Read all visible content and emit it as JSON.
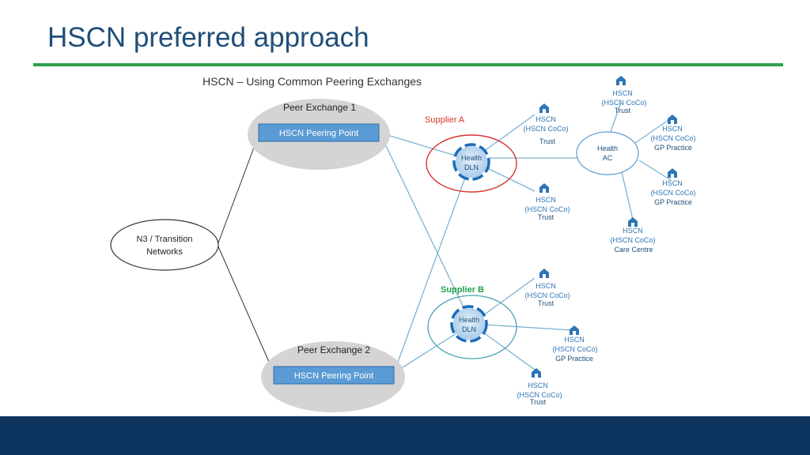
{
  "slide": {
    "title": "HSCN preferred approach"
  },
  "diagram": {
    "heading": "HSCN – Using Common Peering Exchanges",
    "n3": {
      "line1": "N3 / Transition",
      "line2": "Networks"
    },
    "peer_exchange_1": {
      "label": "Peer Exchange 1",
      "point": "HSCN Peering Point"
    },
    "peer_exchange_2": {
      "label": "Peer Exchange 2",
      "point": "HSCN Peering Point"
    },
    "supplier_a": {
      "label": "Supplier A",
      "color": "#d9332e",
      "hub_line1": "Health",
      "hub_line2": "DLN"
    },
    "supplier_b": {
      "label": "Supplier B",
      "color": "#21a04c",
      "hub_line1": "Health",
      "hub_line2": "DLN"
    },
    "health_ac": {
      "line1": "Health",
      "line2": "AC"
    },
    "endpoints": {
      "a_trust_1": {
        "l1": "HSCN",
        "l2": "(HSCN CoCo)",
        "l3": "Trust"
      },
      "a_trust_2": {
        "l1": "HSCN",
        "l2": "(HSCN CoCo)",
        "l3": "Trust"
      },
      "ac_trust": {
        "l1": "HSCN",
        "l2": "(HSCN CoCo)",
        "l3": "Trust"
      },
      "ac_gp_1": {
        "l1": "HSCN",
        "l2": "(HSCN CoCo)",
        "l3": "GP Practice"
      },
      "ac_gp_2": {
        "l1": "HSCN",
        "l2": "(HSCN CoCo)",
        "l3": "GP Practice"
      },
      "ac_care": {
        "l1": "HSCN",
        "l2": "(HSCN CoCo)",
        "l3": "Care Centre"
      },
      "b_trust_1": {
        "l1": "HSCN",
        "l2": "(HSCN CoCo)",
        "l3": "Trust"
      },
      "b_gp": {
        "l1": "HSCN",
        "l2": "(HSCN CoCo)",
        "l3": "GP Practice"
      },
      "b_trust_2": {
        "l1": "HSCN",
        "l2": "(HSCN CoCo)",
        "l3": "Trust"
      }
    },
    "colors": {
      "brand_navy": "#0e3560",
      "accent_green": "#2ea04a",
      "peering_box": "#5b9bd5",
      "link_line": "#7fb2d3",
      "exchange_fill": "#d4d4d4"
    }
  }
}
